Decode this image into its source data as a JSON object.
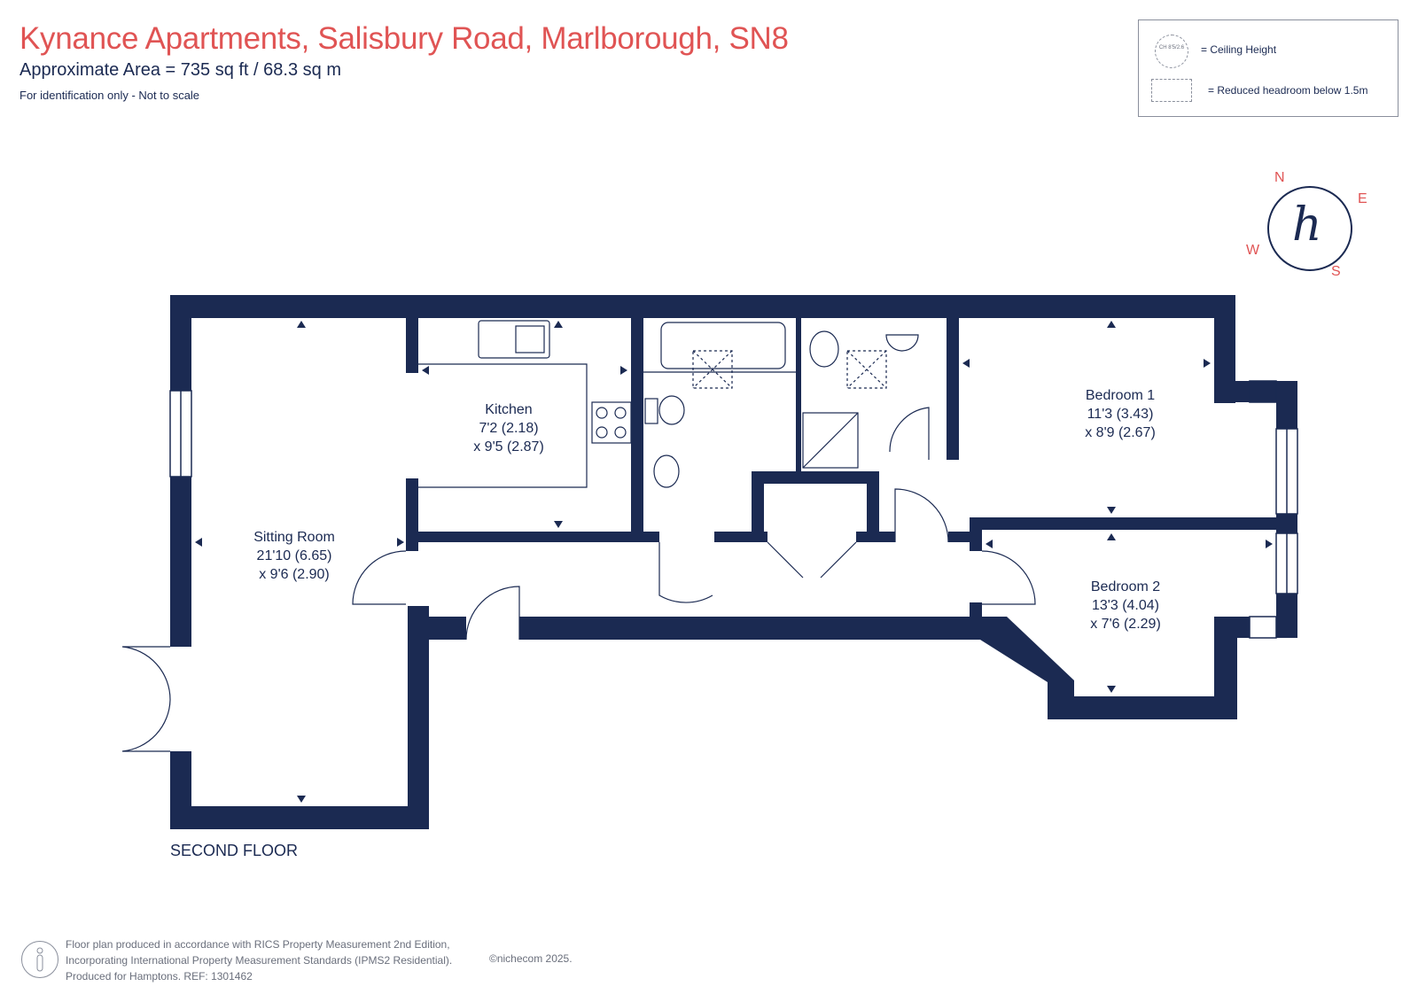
{
  "header": {
    "title": "Kynance Apartments, Salisbury Road, Marlborough, SN8",
    "area": "Approximate Area = 735  sq ft / 68.3  sq m",
    "disclaimer": "For identification only - Not to scale"
  },
  "legend": {
    "ceiling_icon_text": "CH 8'5/2.6",
    "ceiling_label": "= Ceiling Height",
    "reduced_label": "= Reduced headroom below 1.5m"
  },
  "compass": {
    "n": "N",
    "e": "E",
    "s": "S",
    "w": "W",
    "logo": "h"
  },
  "rooms": {
    "kitchen": {
      "name": "Kitchen",
      "dim1": "7'2 (2.18)",
      "dim2": "x 9'5 (2.87)"
    },
    "sitting": {
      "name": "Sitting Room",
      "dim1": "21'10 (6.65)",
      "dim2": "x 9'6 (2.90)"
    },
    "bedroom1": {
      "name": "Bedroom 1",
      "dim1": "11'3 (3.43)",
      "dim2": "x 8'9 (2.67)"
    },
    "bedroom2": {
      "name": "Bedroom 2",
      "dim1": "13'3 (4.04)",
      "dim2": "x 7'6 (2.29)"
    }
  },
  "floor_label": "SECOND FLOOR",
  "footer": {
    "line1": "Floor plan produced in accordance with RICS Property Measurement 2nd Edition,",
    "line2": "Incorporating International Property Measurement Standards (IPMS2 Residential).",
    "line3": "Produced for Hamptons.  REF:  1301462",
    "copyright": "©nichecom 2025."
  },
  "colors": {
    "wall": "#1b2a52",
    "title": "#e05454",
    "grey": "#8a8f9c"
  }
}
